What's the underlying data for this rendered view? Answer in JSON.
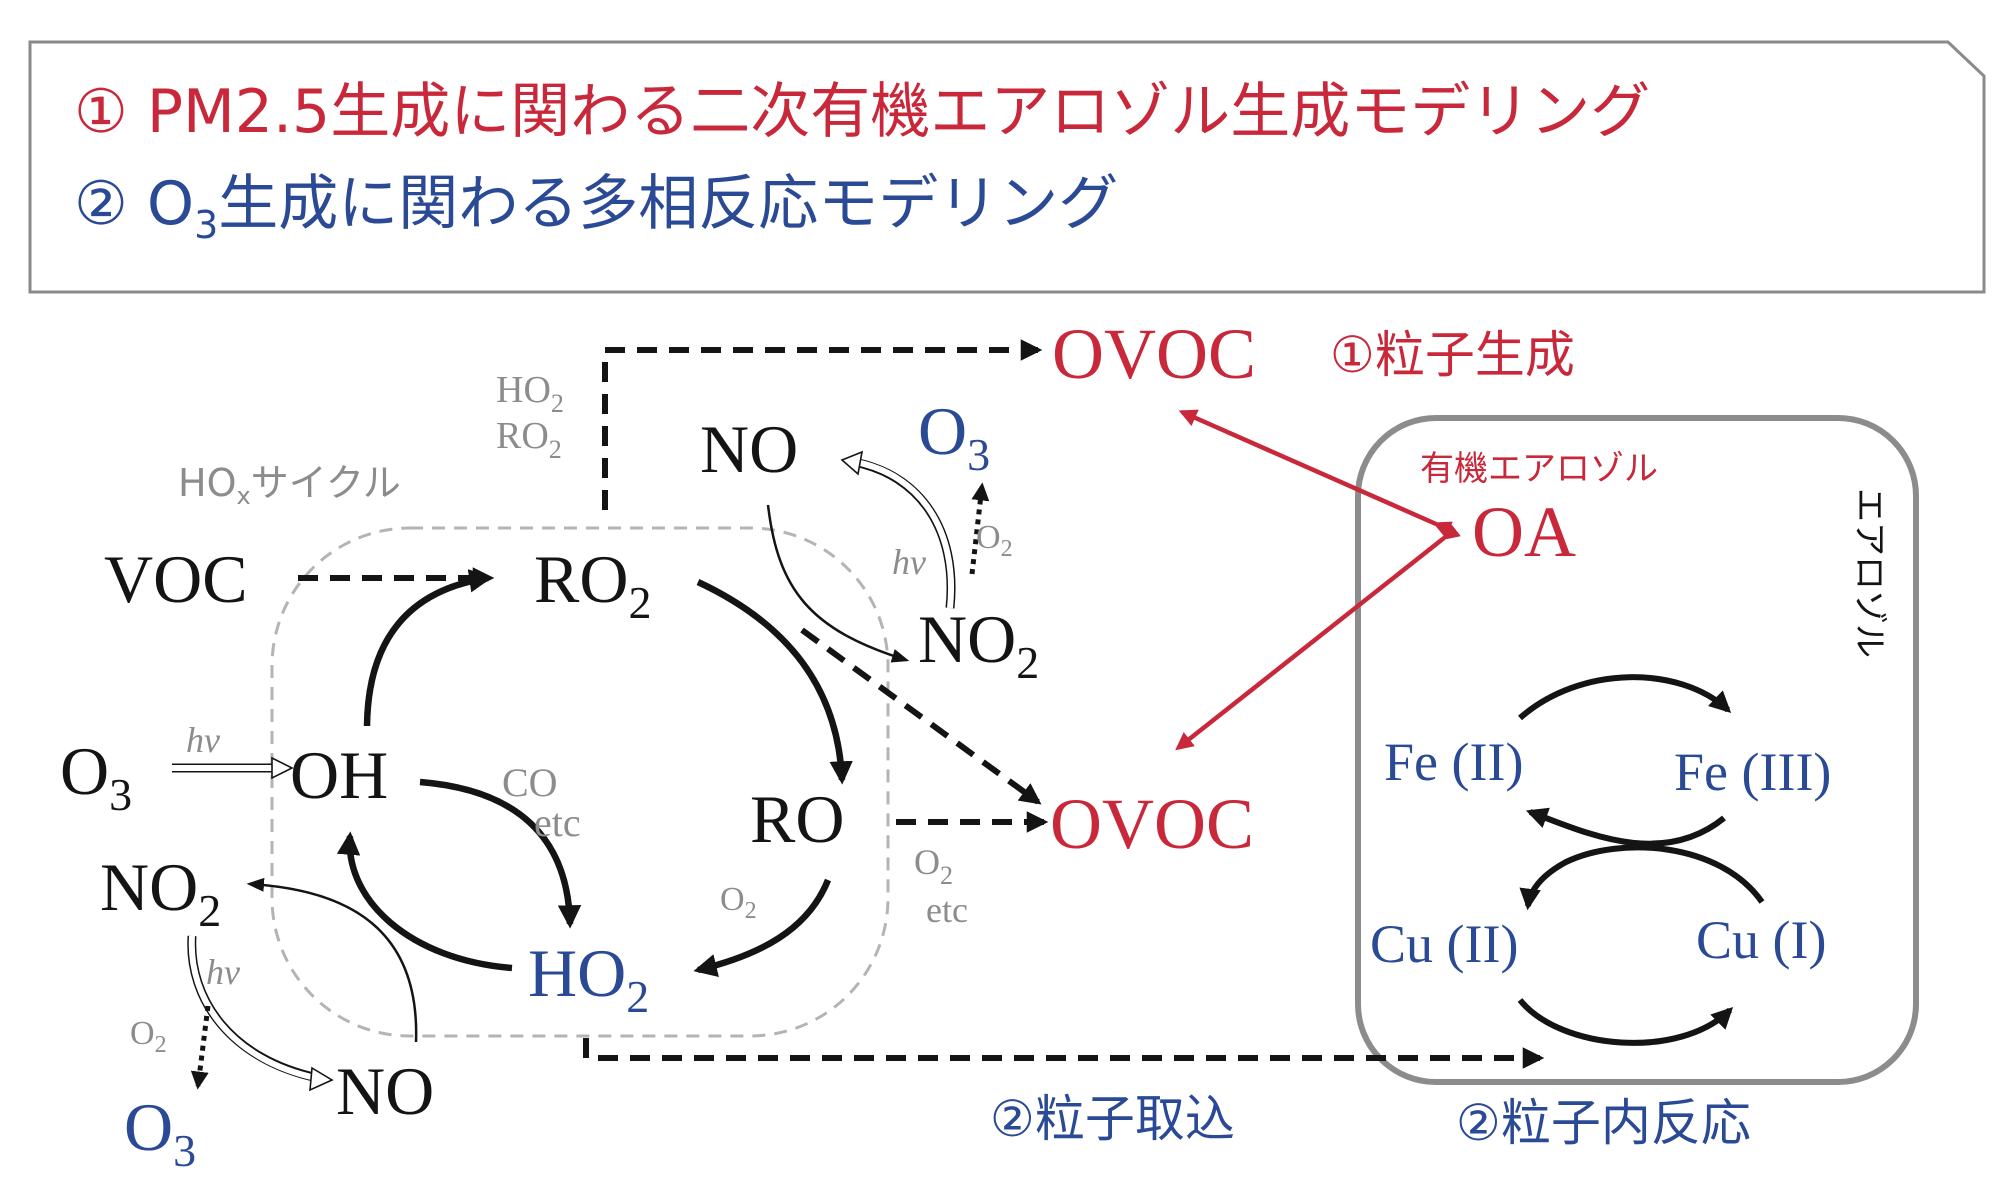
{
  "colors": {
    "red": "#c8283a",
    "blue": "#2a4a96",
    "black": "#141414",
    "gray": "#8c8c8c",
    "box_border": "#9a9a9a"
  },
  "header": {
    "line1": "① PM2.5生成に関わる二次有機エアロゾル生成モデリング",
    "line2_prefix": "② O",
    "line2_sub": "3",
    "line2_suffix": "生成に関わる多相反応モデリング"
  },
  "gas": {
    "hox_cycle_label": "HO",
    "hox_cycle_sub": "x",
    "hox_cycle_suffix": "サイクル",
    "voc": "VOC",
    "ro2": "RO",
    "ro2_sub": "2",
    "oh": "OH",
    "ro": "RO",
    "ho2": "HO",
    "ho2_sub": "2",
    "o3_left": "O",
    "o3_left_sub": "3",
    "no2_left": "NO",
    "no2_left_sub": "2",
    "no_bottom": "NO",
    "o3_bottom": "O",
    "o3_bottom_sub": "3",
    "no_top": "NO",
    "o3_top": "O",
    "o3_top_sub": "3",
    "no2_top": "NO",
    "no2_top_sub": "2",
    "hv": "hv",
    "o2": "O",
    "o2_sub": "2",
    "co": "CO",
    "etc": "etc",
    "ho2_label": "HO",
    "ho2_label_sub": "2",
    "ro2_label": "RO",
    "ro2_label_sub": "2",
    "ovoc_top": "OVOC",
    "ovoc_mid": "OVOC"
  },
  "aerosol": {
    "box_label": "エアロゾル",
    "oa_label": "有機エアロゾル",
    "oa": "OA",
    "fe2": "Fe (II)",
    "fe3": "Fe (III)",
    "cu2": "Cu (II)",
    "cu1": "Cu (I)"
  },
  "annotations": {
    "particle_formation": "①粒子生成",
    "particle_uptake": "②粒子取込",
    "in_particle_reaction": "②粒子内反応"
  }
}
